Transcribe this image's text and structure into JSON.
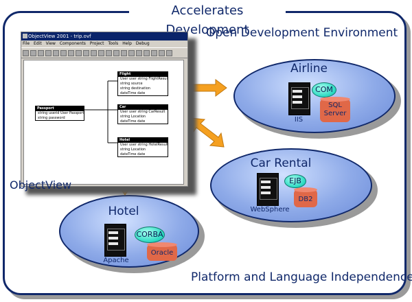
{
  "title": "Accelerates Development",
  "captions": {
    "open_env": "Open Development Environment",
    "independence": "Platform and Language Independence"
  },
  "objectview": {
    "label": "ObjectView",
    "window_title": "ObjectView 2001 - trip.ovf",
    "menu": [
      "File",
      "Edit",
      "View",
      "Components",
      "Project",
      "Tools",
      "Help",
      "Debug"
    ],
    "boxes": {
      "passport": {
        "header": "Passport",
        "rows": [
          "string userid User PassportResult",
          "string password"
        ]
      },
      "flight": {
        "header": "Flight",
        "rows": [
          "User user string FlightResult",
          "string source",
          "string destination",
          "dateTime date"
        ]
      },
      "car": {
        "header": "Car",
        "rows": [
          "User user string CarResult",
          "string Location",
          "dateTime date"
        ]
      },
      "hotel": {
        "header": "Hotel",
        "rows": [
          "User user string HotelResult",
          "string Location",
          "dateTime date"
        ]
      }
    }
  },
  "systems": {
    "airline": {
      "name": "Airline",
      "server": "IIS",
      "component": "COM",
      "database": "SQL Server"
    },
    "car_rental": {
      "name": "Car Rental",
      "server": "WebSphere",
      "component": "EJB",
      "database": "DB2"
    },
    "hotel": {
      "name": "Hotel",
      "server": "Apache",
      "component": "CORBA",
      "database": "Oracle"
    }
  },
  "colors": {
    "navy": "#10286a",
    "arrow": "#f5a020",
    "ellipse": "#8eaae8",
    "component": "#28d8c0",
    "database": "#e06848"
  }
}
